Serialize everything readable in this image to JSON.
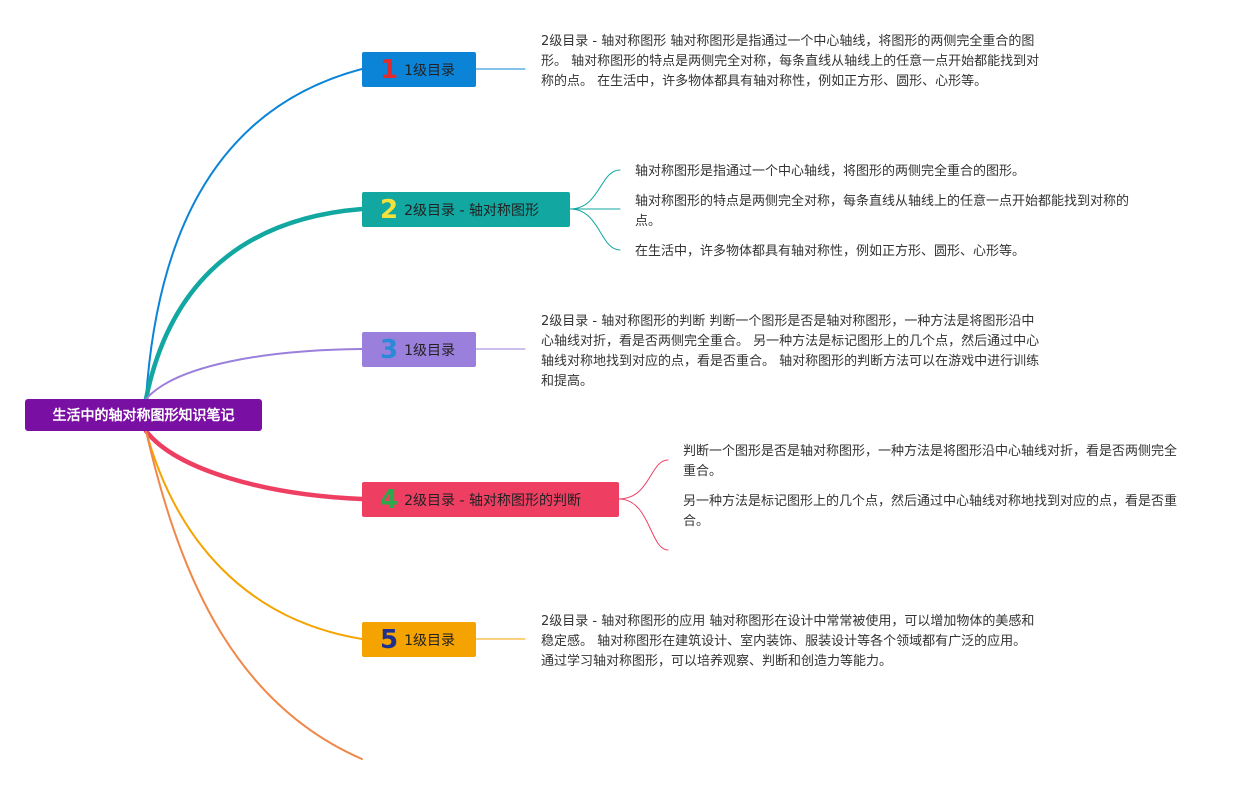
{
  "root": {
    "title": "生活中的轴对称图形知识笔记"
  },
  "branches": [
    {
      "num": "1",
      "label": "1级目录",
      "color": "#0b84d8",
      "num_color": "#e22a2a",
      "text": "2级目录 - 轴对称图形 轴对称图形是指通过一个中心轴线，将图形的两侧完全重合的图形。 轴对称图形的特点是两侧完全对称，每条直线从轴线上的任意一点开始都能找到对称的点。 在生活中，许多物体都具有轴对称性，例如正方形、圆形、心形等。"
    },
    {
      "num": "2",
      "label": "2级目录 - 轴对称图形",
      "color": "#12a7a0",
      "num_color": "#f4e13c",
      "children": [
        "轴对称图形是指通过一个中心轴线，将图形的两侧完全重合的图形。",
        "轴对称图形的特点是两侧完全对称，每条直线从轴线上的任意一点开始都能找到对称的点。",
        "在生活中，许多物体都具有轴对称性，例如正方形、圆形、心形等。"
      ]
    },
    {
      "num": "3",
      "label": "1级目录",
      "color": "#9a7fdc",
      "num_color": "#2a8ad8",
      "text": "2级目录 - 轴对称图形的判断 判断一个图形是否是轴对称图形，一种方法是将图形沿中心轴线对折，看是否两侧完全重合。 另一种方法是标记图形上的几个点，然后通过中心轴线对称地找到对应的点，看是否重合。 轴对称图形的判断方法可以在游戏中进行训练和提高。"
    },
    {
      "num": "4",
      "label": "2级目录 - 轴对称图形的判断",
      "color": "#ee3f62",
      "num_color": "#2ea84a",
      "children": [
        "判断一个图形是否是轴对称图形，一种方法是将图形沿中心轴线对折，看是否两侧完全重合。",
        "另一种方法是标记图形上的几个点，然后通过中心轴线对称地找到对应的点，看是否重合。"
      ]
    },
    {
      "num": "5",
      "label": "1级目录",
      "color": "#f4a300",
      "num_color": "#1e2f8c",
      "text": "2级目录 - 轴对称图形的应用 轴对称图形在设计中常常被使用，可以增加物体的美感和稳定感。 轴对称图形在建筑设计、室内装饰、服装设计等各个领域都有广泛的应用。 通过学习轴对称图形，可以培养观察、判断和创造力等能力。"
    },
    {
      "color": "#f0884a"
    }
  ]
}
